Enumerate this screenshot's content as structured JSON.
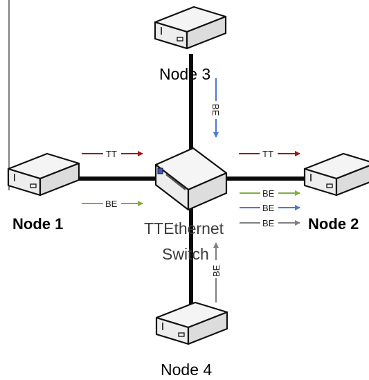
{
  "nodes": {
    "node1": "Node 1",
    "node2": "Node 2",
    "node3": "Node 3",
    "node4": "Node 4"
  },
  "switch": {
    "line1": "TTEthernet",
    "line2": "Switch"
  },
  "traffic": {
    "tt": "TT",
    "be": "BE"
  },
  "colors": {
    "tt": "#a01818",
    "be_green": "#7fae3d",
    "be_blue": "#4a78d6",
    "be_grey": "#808080",
    "cable": "#0a0a0a"
  },
  "icons": {
    "device": "network-device-icon",
    "switch": "network-switch-icon"
  }
}
